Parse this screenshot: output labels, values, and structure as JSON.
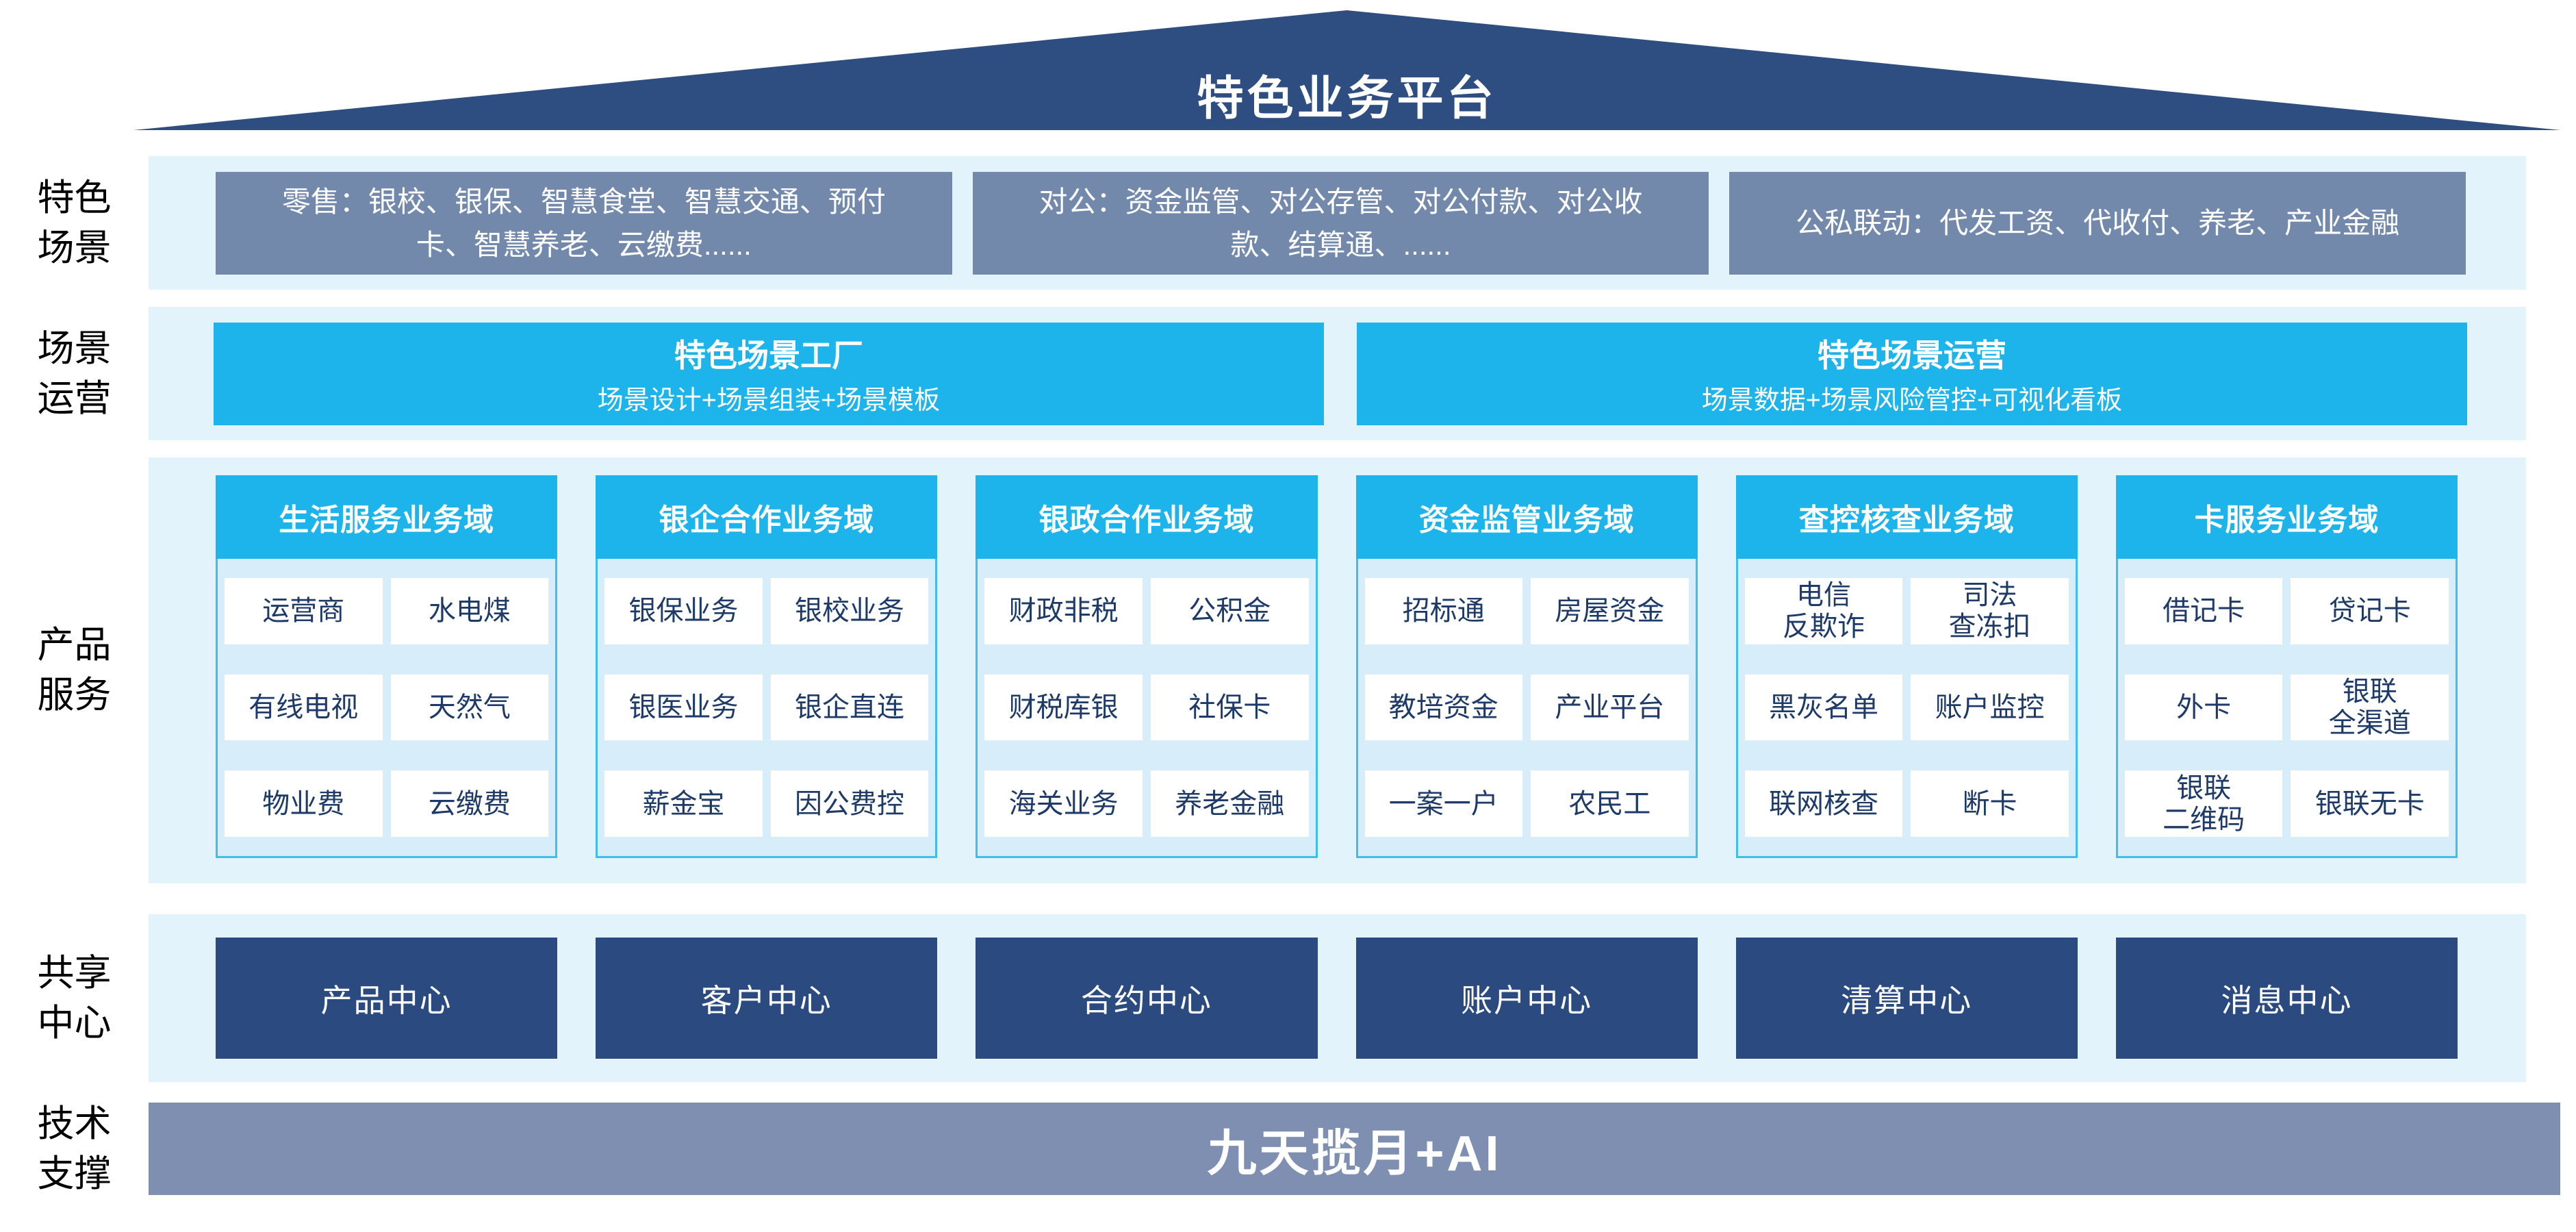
{
  "roof": {
    "title": "特色业务平台"
  },
  "colors": {
    "roof_navy": "#2E4D80",
    "band_light_blue": "#E3F3FB",
    "scene_gray_blue": "#7289AB",
    "accent_cyan": "#1CB4EA",
    "panel_bg": "#D8EDFA",
    "panel_border": "#3FBEEE",
    "cell_text_navy": "#1E3A68",
    "center_navy": "#2B4B80",
    "tech_bar_gray": "#7E8FB2"
  },
  "rails": {
    "scenes": "特色\n场景",
    "operations": "场景\n运营",
    "products": "产品\n服务",
    "shared": "共享\n中心",
    "tech": "技术\n支撑"
  },
  "scenes": {
    "boxes": [
      "零售：银校、银保、智慧食堂、智慧交通、预付卡、智慧养老、云缴费......",
      "对公：资金监管、对公存管、对公付款、对公收款、结算通、......",
      "公私联动：代发工资、代收付、养老、产业金融"
    ]
  },
  "operations": {
    "boxes": [
      {
        "title": "特色场景工厂",
        "subtitle": "场景设计+场景组装+场景模板"
      },
      {
        "title": "特色场景运营",
        "subtitle": "场景数据+场景风险管控+可视化看板"
      }
    ]
  },
  "products": {
    "columns": [
      {
        "header": "生活服务业务域",
        "cells": [
          "运营商",
          "水电煤",
          "有线电视",
          "天然气",
          "物业费",
          "云缴费"
        ]
      },
      {
        "header": "银企合作业务域",
        "cells": [
          "银保业务",
          "银校业务",
          "银医业务",
          "银企直连",
          "薪金宝",
          "因公费控"
        ]
      },
      {
        "header": "银政合作业务域",
        "cells": [
          "财政非税",
          "公积金",
          "财税库银",
          "社保卡",
          "海关业务",
          "养老金融"
        ]
      },
      {
        "header": "资金监管业务域",
        "cells": [
          "招标通",
          "房屋资金",
          "教培资金",
          "产业平台",
          "一案一户",
          "农民工"
        ]
      },
      {
        "header": "查控核查业务域",
        "cells": [
          "电信\n反欺诈",
          "司法\n查冻扣",
          "黑灰名单",
          "账户监控",
          "联网核查",
          "断卡"
        ]
      },
      {
        "header": "卡服务业务域",
        "cells": [
          "借记卡",
          "贷记卡",
          "外卡",
          "银联\n全渠道",
          "银联\n二维码",
          "银联无卡"
        ]
      }
    ]
  },
  "shared": {
    "centers": [
      "产品中心",
      "客户中心",
      "合约中心",
      "账户中心",
      "清算中心",
      "消息中心"
    ]
  },
  "tech": {
    "banner": "九天揽月+AI"
  }
}
